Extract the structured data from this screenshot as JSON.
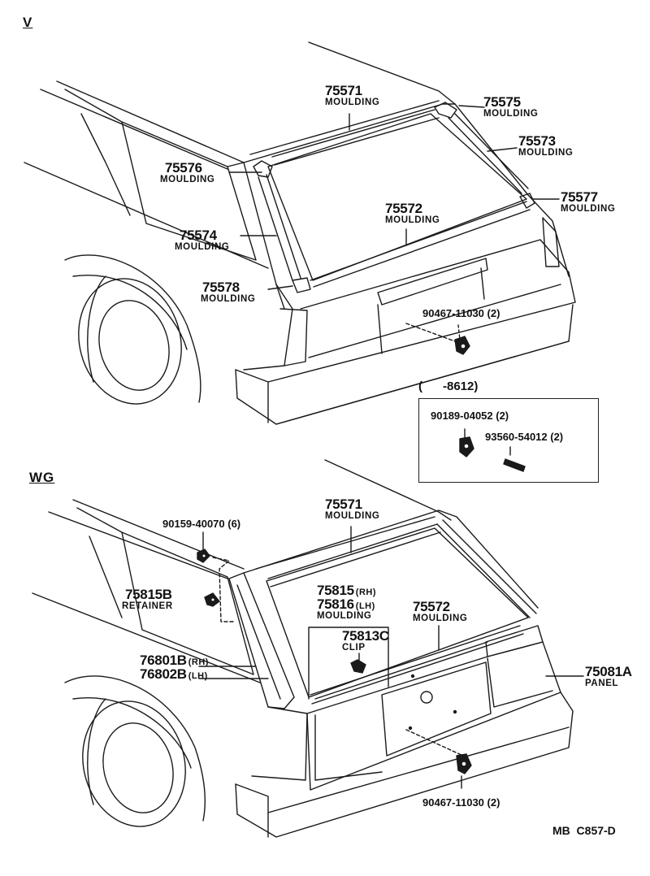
{
  "sections": {
    "top": {
      "tag": "V"
    },
    "bottom": {
      "tag": "WG"
    }
  },
  "top_parts": [
    {
      "key": "p75571",
      "number": "75571",
      "name": "MOULDING"
    },
    {
      "key": "p75575",
      "number": "75575",
      "name": "MOULDING"
    },
    {
      "key": "p75573",
      "number": "75573",
      "name": "MOULDING"
    },
    {
      "key": "p75576",
      "number": "75576",
      "name": "MOULDING"
    },
    {
      "key": "p75572",
      "number": "75572",
      "name": "MOULDING"
    },
    {
      "key": "p75577",
      "number": "75577",
      "name": "MOULDING"
    },
    {
      "key": "p75574",
      "number": "75574",
      "name": "MOULDING"
    },
    {
      "key": "p75578",
      "number": "75578",
      "name": "MOULDING"
    },
    {
      "key": "p90467",
      "number": "90467-11030 (2)"
    }
  ],
  "inset": {
    "header": "(      -8612)",
    "parts": [
      {
        "number": "90189-04052 (2)"
      },
      {
        "number": "93560-54012 (2)"
      }
    ]
  },
  "bottom_parts": [
    {
      "key": "p90159",
      "number": "90159-40070 (6)"
    },
    {
      "key": "p75571b",
      "number": "75571",
      "name": "MOULDING"
    },
    {
      "key": "p75815b",
      "number": "75815B",
      "name": "RETAINER"
    },
    {
      "key": "p75815",
      "number": "75815",
      "side": "(RH)"
    },
    {
      "key": "p75816",
      "number": "75816",
      "side": "(LH)",
      "name": "MOULDING"
    },
    {
      "key": "p75572b",
      "number": "75572",
      "name": "MOULDING"
    },
    {
      "key": "p75813c",
      "number": "75813C",
      "name": "CLIP"
    },
    {
      "key": "p76801b",
      "number": "76801B",
      "side": "(RH)"
    },
    {
      "key": "p76802b",
      "number": "76802B",
      "side": "(LH)"
    },
    {
      "key": "p75081a",
      "number": "75081A",
      "name": "PANEL"
    },
    {
      "key": "p90467b",
      "number": "90467-11030 (2)"
    }
  ],
  "figure_ref": "MB  C857-D"
}
